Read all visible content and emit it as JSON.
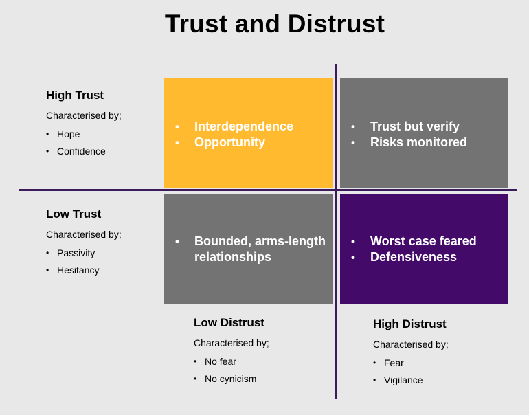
{
  "title": "Trust and Distrust",
  "quadrants": {
    "top_left": {
      "items": [
        "Interdependence",
        "Opportunity"
      ],
      "color": "#ffba30"
    },
    "top_right": {
      "items": [
        "Trust but verify",
        "Risks monitored"
      ],
      "color": "#737373"
    },
    "bottom_left": {
      "items": [
        "Bounded, arms-length relationships"
      ],
      "color": "#737373"
    },
    "bottom_right": {
      "items": [
        "Worst case feared",
        "Defensiveness"
      ],
      "color": "#440a6a"
    }
  },
  "axis_labels": {
    "high_trust": {
      "heading": "High Trust",
      "sub": "Characterised by;",
      "items": [
        "Hope",
        "Confidence"
      ]
    },
    "low_trust": {
      "heading": "Low Trust",
      "sub": "Characterised by;",
      "items": [
        "Passivity",
        "Hesitancy"
      ]
    },
    "low_distrust": {
      "heading": "Low Distrust",
      "sub": "Characterised by;",
      "items": [
        "No fear",
        "No cynicism"
      ]
    },
    "high_distrust": {
      "heading": "High Distrust",
      "sub": "Characterised by;",
      "items": [
        "Fear",
        "Vigilance"
      ]
    }
  },
  "colors": {
    "axis_line": "#3d1a5c",
    "background": "#e8e8e8"
  }
}
